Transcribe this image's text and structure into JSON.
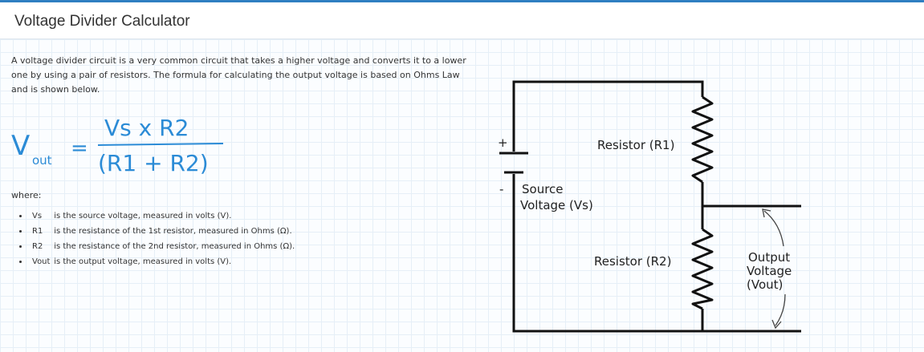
{
  "header": {
    "title": "Voltage Divider Calculator"
  },
  "intro": "A voltage divider circuit is a very common circuit that takes a higher voltage and converts it to a lower one by using a pair of resistors. The formula for calculating the output voltage is based on Ohms Law and is shown below.",
  "formula": {
    "lhs_main": "V",
    "lhs_sub": "out",
    "equals": "=",
    "numerator": "Vs x R2",
    "denominator": "(R1 + R2)"
  },
  "where_label": "where:",
  "bullets": [
    {
      "symbol": "Vs",
      "text": "is the source voltage, measured in volts (V)."
    },
    {
      "symbol": "R1",
      "text": "is the resistance of the 1st resistor, measured in Ohms (Ω)."
    },
    {
      "symbol": "R2",
      "text": "is the resistance of the 2nd resistor, measured in Ohms (Ω)."
    },
    {
      "symbol": "Vout",
      "text": "is the output voltage, measured in volts (V)."
    }
  ],
  "circuit": {
    "resistor1_label": "Resistor (R1)",
    "resistor2_label": "Resistor (R2)",
    "source_line1": "Source",
    "source_line2": "Voltage (Vs)",
    "plus": "+",
    "minus": "-",
    "output_line1": "Output",
    "output_line2": "Voltage",
    "output_line3": "(Vout)"
  },
  "colors": {
    "accent": "#2f7fc1",
    "formula": "#2b8bd6",
    "grid": "#e6eff7"
  }
}
